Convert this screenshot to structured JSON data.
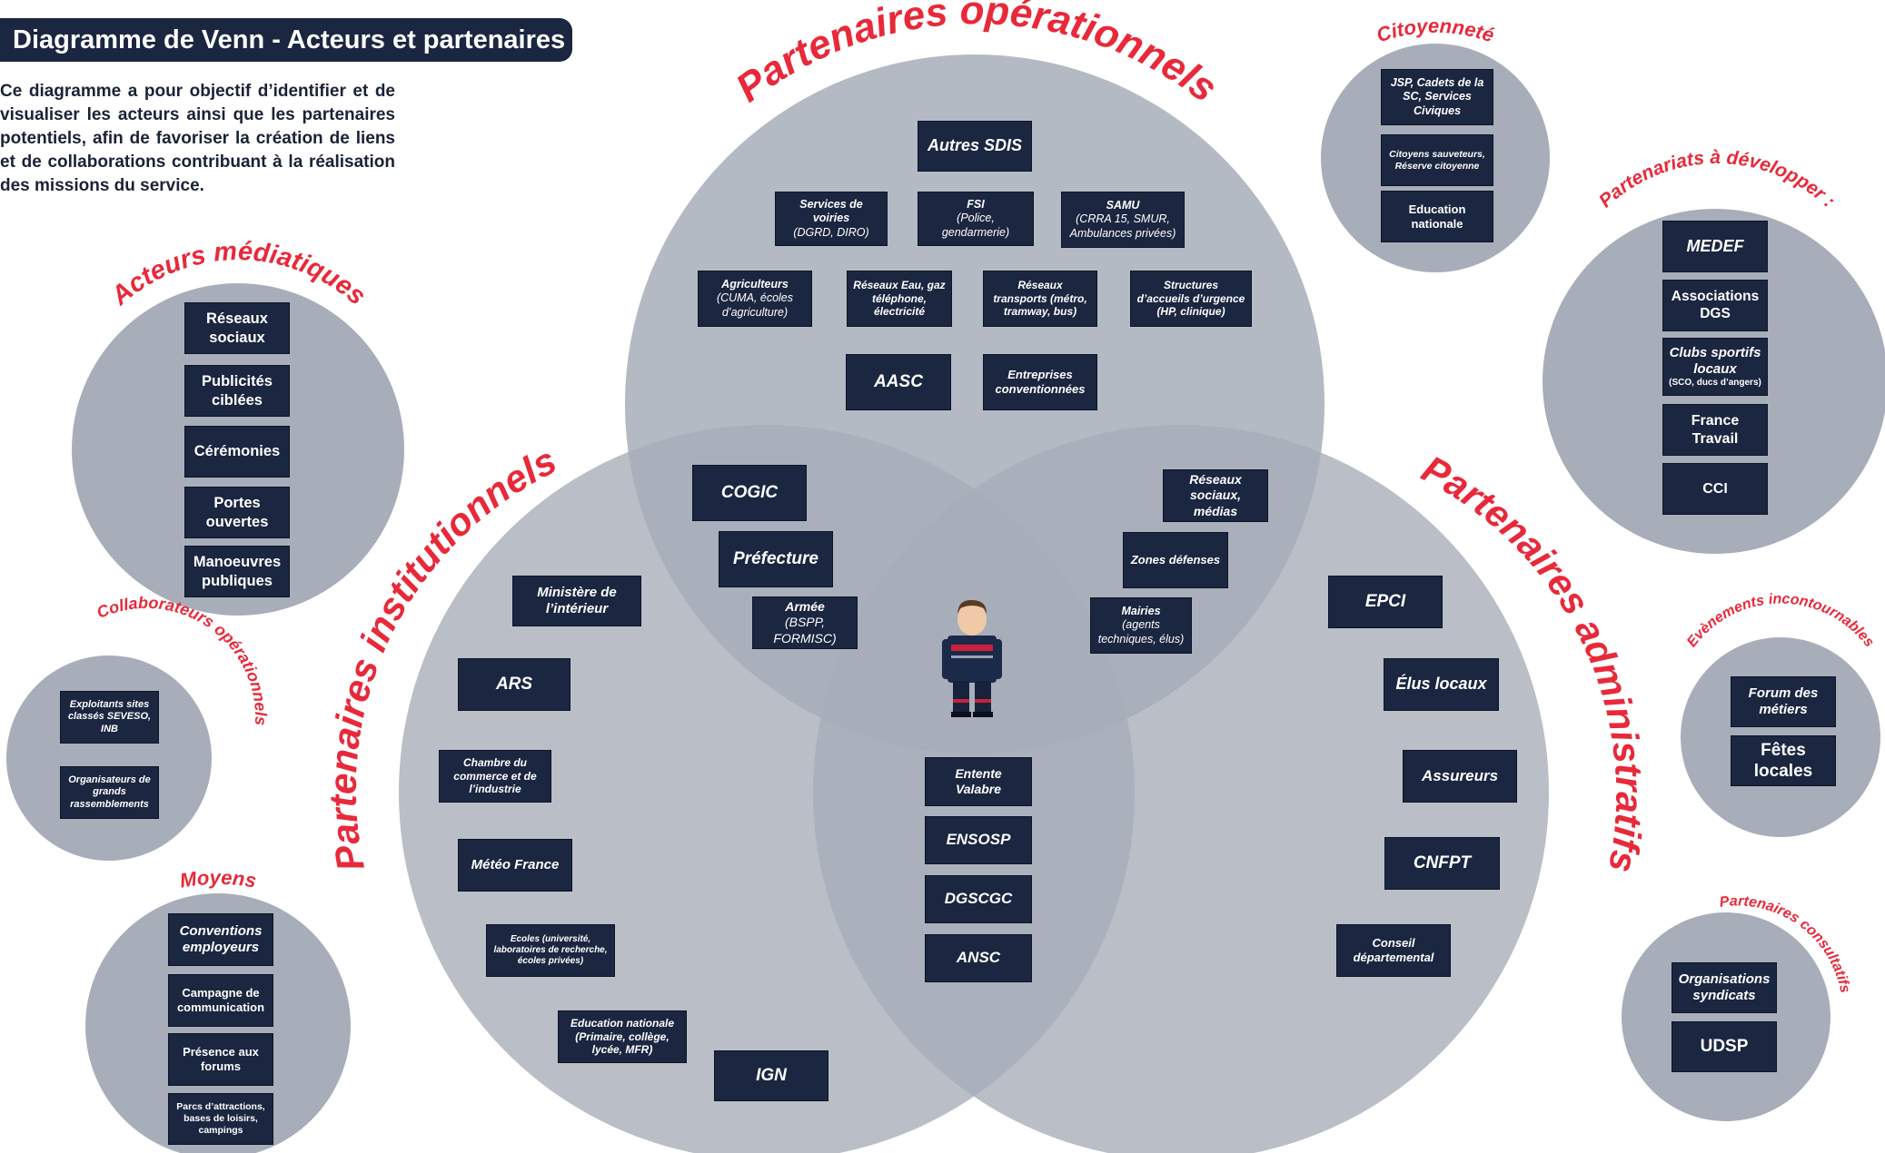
{
  "title": "Diagramme de Venn - Acteurs et partenaires",
  "intro": "Ce diagramme a pour objectif d’identifier et de visualiser les acteurs ainsi que les partenaires potentiels, afin de favoriser la création de liens et de collaborations contribuant à la réalisation des missions du service.",
  "colors": {
    "circle": "#a7aeb9",
    "box": "#1b2640",
    "label": "#e8293a"
  },
  "labels": {
    "operationnels": "Partenaires opérationnels",
    "institutionnels": "Partenaires institutionnels",
    "administratifs": "Partenaires administratifs",
    "mediatiques": "Acteurs médiatiques",
    "collaborateurs": "Collaborateurs opérationnels",
    "moyens": "Moyens",
    "citoyennete": "Citoyenneté",
    "a_developper": "Partenariats à développer :",
    "evenements": "Evènements incontournables",
    "consultatifs": "Partenaires consultatifs"
  },
  "operationnels": {
    "autres_sdis": "Autres SDIS",
    "voiries": "Services de voiries",
    "voiries_sub": "(DGRD, DIRO)",
    "fsi": "FSI",
    "fsi_sub": "(Police, gendarmerie)",
    "samu": "SAMU",
    "samu_sub": "(CRRA 15, SMUR, Ambulances privées)",
    "agriculteurs": "Agriculteurs",
    "agriculteurs_sub": "(CUMA, écoles d’agriculture)",
    "reseaux_eau": "Réseaux Eau, gaz téléphone, électricité",
    "reseaux_transports": "Réseaux transports (métro, tramway, bus)",
    "structures": "Structures d’accueils d’urgence (HP, clinique)",
    "aasc": "AASC",
    "entreprises": "Entreprises conventionnées"
  },
  "intersections": {
    "cogic": "COGIC",
    "prefecture": "Préfecture",
    "armee": "Armée",
    "armee_sub": "(BSPP, FORMISC)",
    "reseaux_medias": "Réseaux sociaux, médias",
    "zones": "Zones défenses",
    "mairies": "Mairies",
    "mairies_sub": "(agents techniques, élus)",
    "entente": "Entente Valabre",
    "ensosp": "ENSOSP",
    "dgscgc": "DGSCGC",
    "ansc": "ANSC"
  },
  "institutionnels": {
    "ministere": "Ministère de l’intérieur",
    "ars": "ARS",
    "cci_industrie": "Chambre du commerce et de l’industrie",
    "meteo": "Météo France",
    "ecoles": "Ecoles (université, laboratoires de recherche, écoles privées)",
    "education": "Education nationale (Primaire, collège, lycée, MFR)",
    "ign": "IGN"
  },
  "administratifs": {
    "epci": "EPCI",
    "elus": "Élus locaux",
    "assureurs": "Assureurs",
    "cnfpt": "CNFPT",
    "conseil": "Conseil départemental"
  },
  "mediatiques": {
    "items": [
      "Réseaux sociaux",
      "Publicités ciblées",
      "Cérémonies",
      "Portes ouvertes",
      "Manoeuvres publiques"
    ]
  },
  "collaborateurs": {
    "items": [
      "Exploitants sites classés SEVESO, INB",
      "Organisateurs de grands rassemblements"
    ]
  },
  "moyens": {
    "items": [
      "Conventions employeurs",
      "Campagne de communication",
      "Présence aux forums",
      "Parcs d’attractions, bases de loisirs, campings"
    ]
  },
  "citoyennete": {
    "items": [
      "JSP, Cadets de la SC, Services Civiques",
      "Citoyens sauveteurs, Réserve citoyenne",
      "Education nationale"
    ]
  },
  "a_developper": {
    "medef": "MEDEF",
    "associations": "Associations DGS",
    "clubs": "Clubs sportifs locaux",
    "clubs_sub": "(SCO, ducs d’angers)",
    "france_travail": "France Travail",
    "cci": "CCI"
  },
  "evenements": {
    "items": [
      "Forum des métiers",
      "Fêtes locales"
    ]
  },
  "consultatifs": {
    "items": [
      "Organisations syndicats",
      "UDSP"
    ]
  }
}
